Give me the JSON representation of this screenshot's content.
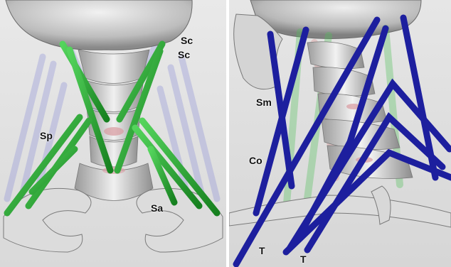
{
  "left_panel": {
    "labels": {
      "sc_upper": "Sc",
      "sc_lower": "Sc",
      "sp": "Sp",
      "sa": "Sa"
    },
    "muscle_color": "#1fa62a"
  },
  "right_panel": {
    "labels": {
      "sm": "Sm",
      "co": "Co",
      "t_left": "T",
      "t_right": "T"
    },
    "muscle_color": "#1d1f9e"
  }
}
